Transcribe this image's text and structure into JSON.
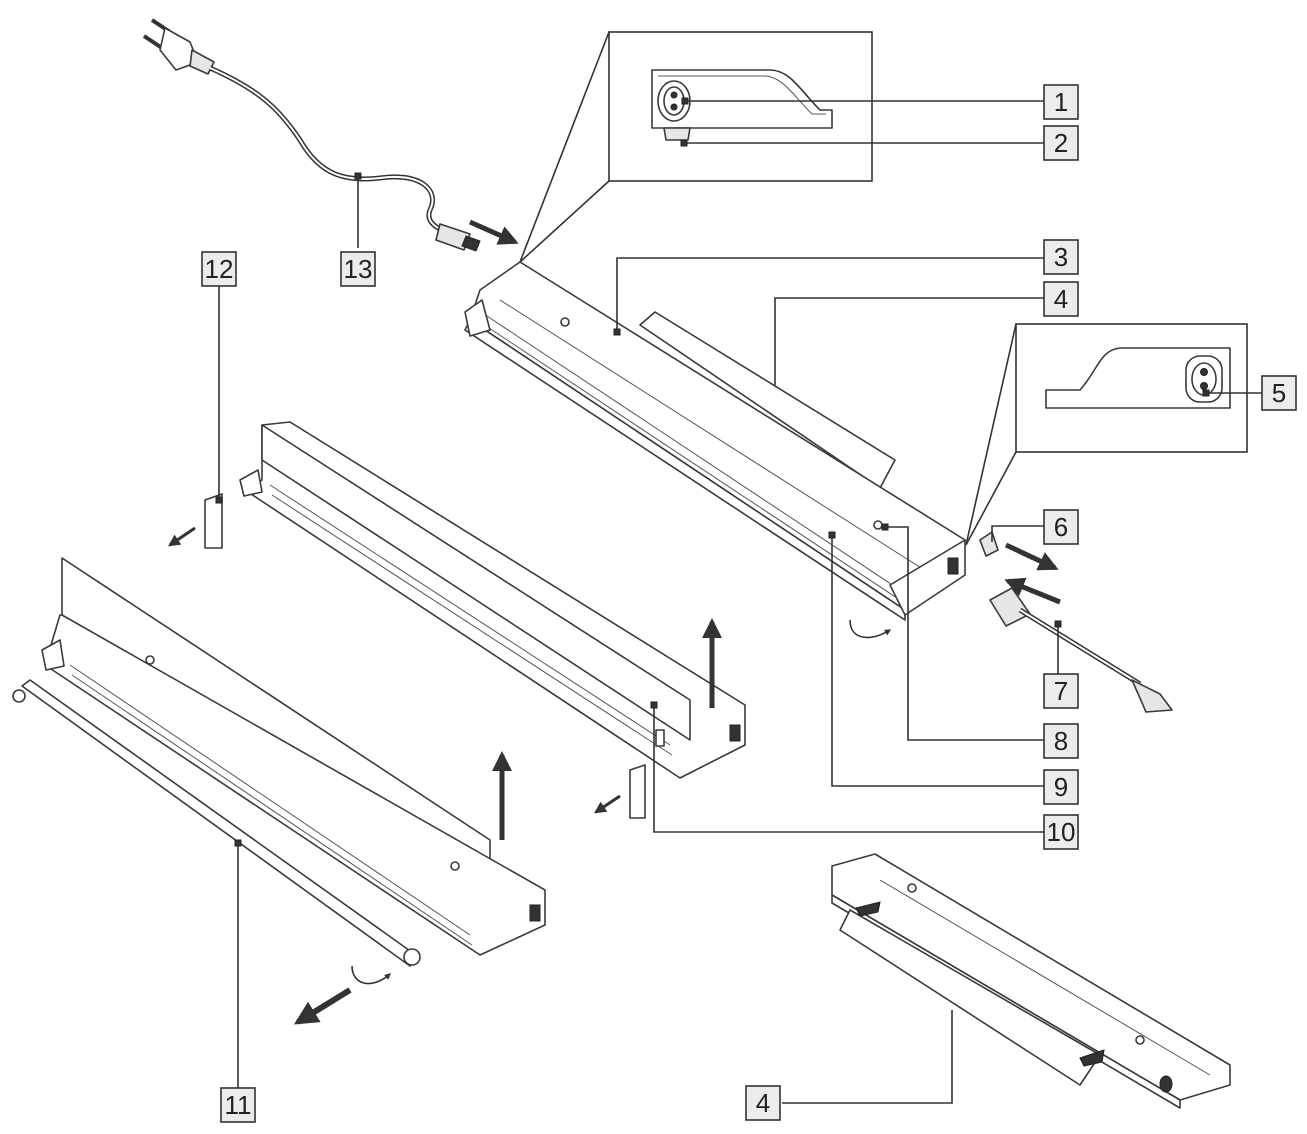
{
  "diagram": {
    "labels": [
      {
        "id": "1",
        "text": "1"
      },
      {
        "id": "2",
        "text": "2"
      },
      {
        "id": "3",
        "text": "3"
      },
      {
        "id": "4",
        "text": "4"
      },
      {
        "id": "5",
        "text": "5"
      },
      {
        "id": "6",
        "text": "6"
      },
      {
        "id": "7",
        "text": "7"
      },
      {
        "id": "8",
        "text": "8"
      },
      {
        "id": "9",
        "text": "9"
      },
      {
        "id": "10",
        "text": "10"
      },
      {
        "id": "11",
        "text": "11"
      },
      {
        "id": "12",
        "text": "12"
      },
      {
        "id": "13",
        "text": "13"
      },
      {
        "id": "4b",
        "text": "4"
      }
    ]
  }
}
